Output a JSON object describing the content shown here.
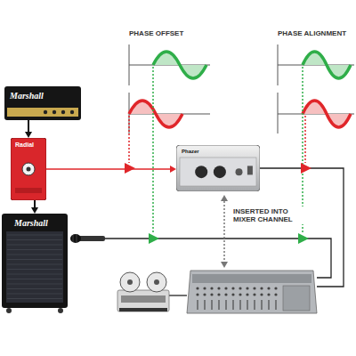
{
  "diagram": {
    "nodes": [
      {
        "text": [
          "Marshall"
        ]
      },
      {
        "text": [
          "Radial"
        ]
      },
      {
        "text": [
          "Marshall"
        ]
      },
      {
        "text": [
          "Phazer"
        ]
      }
    ],
    "edges": [
      {
        "from": 0,
        "to": 1,
        "arrow": "to"
      },
      {
        "from": 1,
        "to": 2,
        "arrow": "to"
      },
      {
        "from": 1,
        "to": 3,
        "arrow": "to"
      }
    ],
    "labels": [
      "PHASE OFFSET",
      "PHASE ALIGNMENT",
      "INSERTED INTO MIXER CHANNEL"
    ]
  }
}
